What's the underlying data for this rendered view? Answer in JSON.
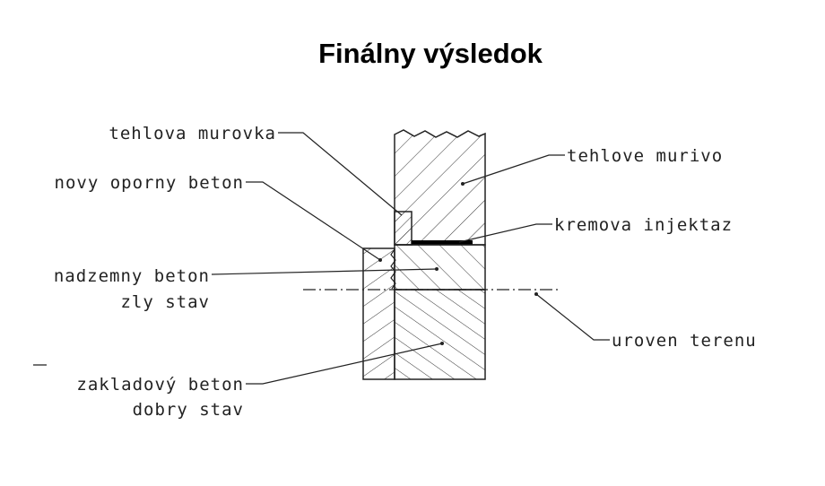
{
  "title": "Finálny výsledok",
  "labels": {
    "tehlova_murovka": "tehlova murovka",
    "novy_oporny_beton": "novy oporny beton",
    "nadzemny_beton": "nadzemny beton",
    "zly_stav": "zly stav",
    "zakladovy_beton": "zakladový beton",
    "dobry_stav": "dobry stav",
    "tehlove_murivo": "tehlove murivo",
    "kremova_injektaz": "kremova injektaz",
    "uroven_terenu": "uroven terenu"
  }
}
